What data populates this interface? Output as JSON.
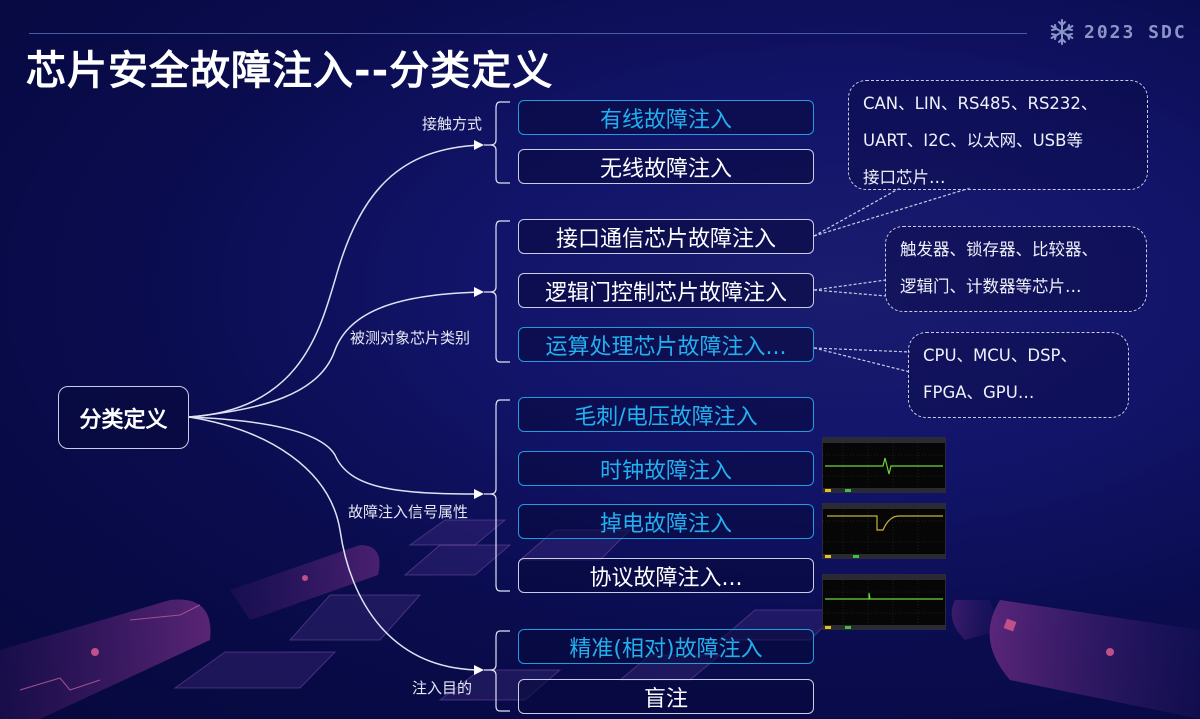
{
  "header": {
    "title": "芯片安全故障注入--分类定义",
    "logo_text": "2023 SDC",
    "logo_icon": "snowflake-icon"
  },
  "root": {
    "label": "分类定义"
  },
  "categories": [
    {
      "label": "接触方式",
      "items": [
        {
          "label": "有线故障注入",
          "style": "blue"
        },
        {
          "label": "无线故障注入",
          "style": "white"
        }
      ]
    },
    {
      "label": "被测对象芯片类别",
      "items": [
        {
          "label": "接口通信芯片故障注入",
          "style": "white"
        },
        {
          "label": "逻辑门控制芯片故障注入",
          "style": "white"
        },
        {
          "label": "运算处理芯片故障注入...",
          "style": "blue"
        }
      ]
    },
    {
      "label": "故障注入信号属性",
      "items": [
        {
          "label": "毛刺/电压故障注入",
          "style": "blue"
        },
        {
          "label": "时钟故障注入",
          "style": "blue"
        },
        {
          "label": "掉电故障注入",
          "style": "blue"
        },
        {
          "label": "协议故障注入...",
          "style": "white"
        }
      ]
    },
    {
      "label": "注入目的",
      "items": [
        {
          "label": "精准(相对)故障注入",
          "style": "blue"
        },
        {
          "label": "盲注",
          "style": "white"
        }
      ]
    }
  ],
  "callouts": [
    {
      "lines": [
        "CAN、LIN、RS485、RS232、",
        "UART、I2C、以太网、USB等",
        "接口芯片…"
      ]
    },
    {
      "lines": [
        "触发器、锁存器、比较器、",
        "逻辑门、计数器等芯片…"
      ]
    },
    {
      "lines": [
        "CPU、MCU、DSP、",
        "FPGA、GPU…"
      ]
    }
  ],
  "waveforms": [
    {
      "name": "clock-glitch",
      "trace_color": "#6fd23a"
    },
    {
      "name": "power-down",
      "trace_color": "#c8b43a"
    },
    {
      "name": "protocol-spike",
      "trace_color": "#6fd23a"
    }
  ],
  "colors": {
    "accent_blue": "#22b0ef",
    "background": "#0a0c4e",
    "line": "#c8cde8"
  }
}
